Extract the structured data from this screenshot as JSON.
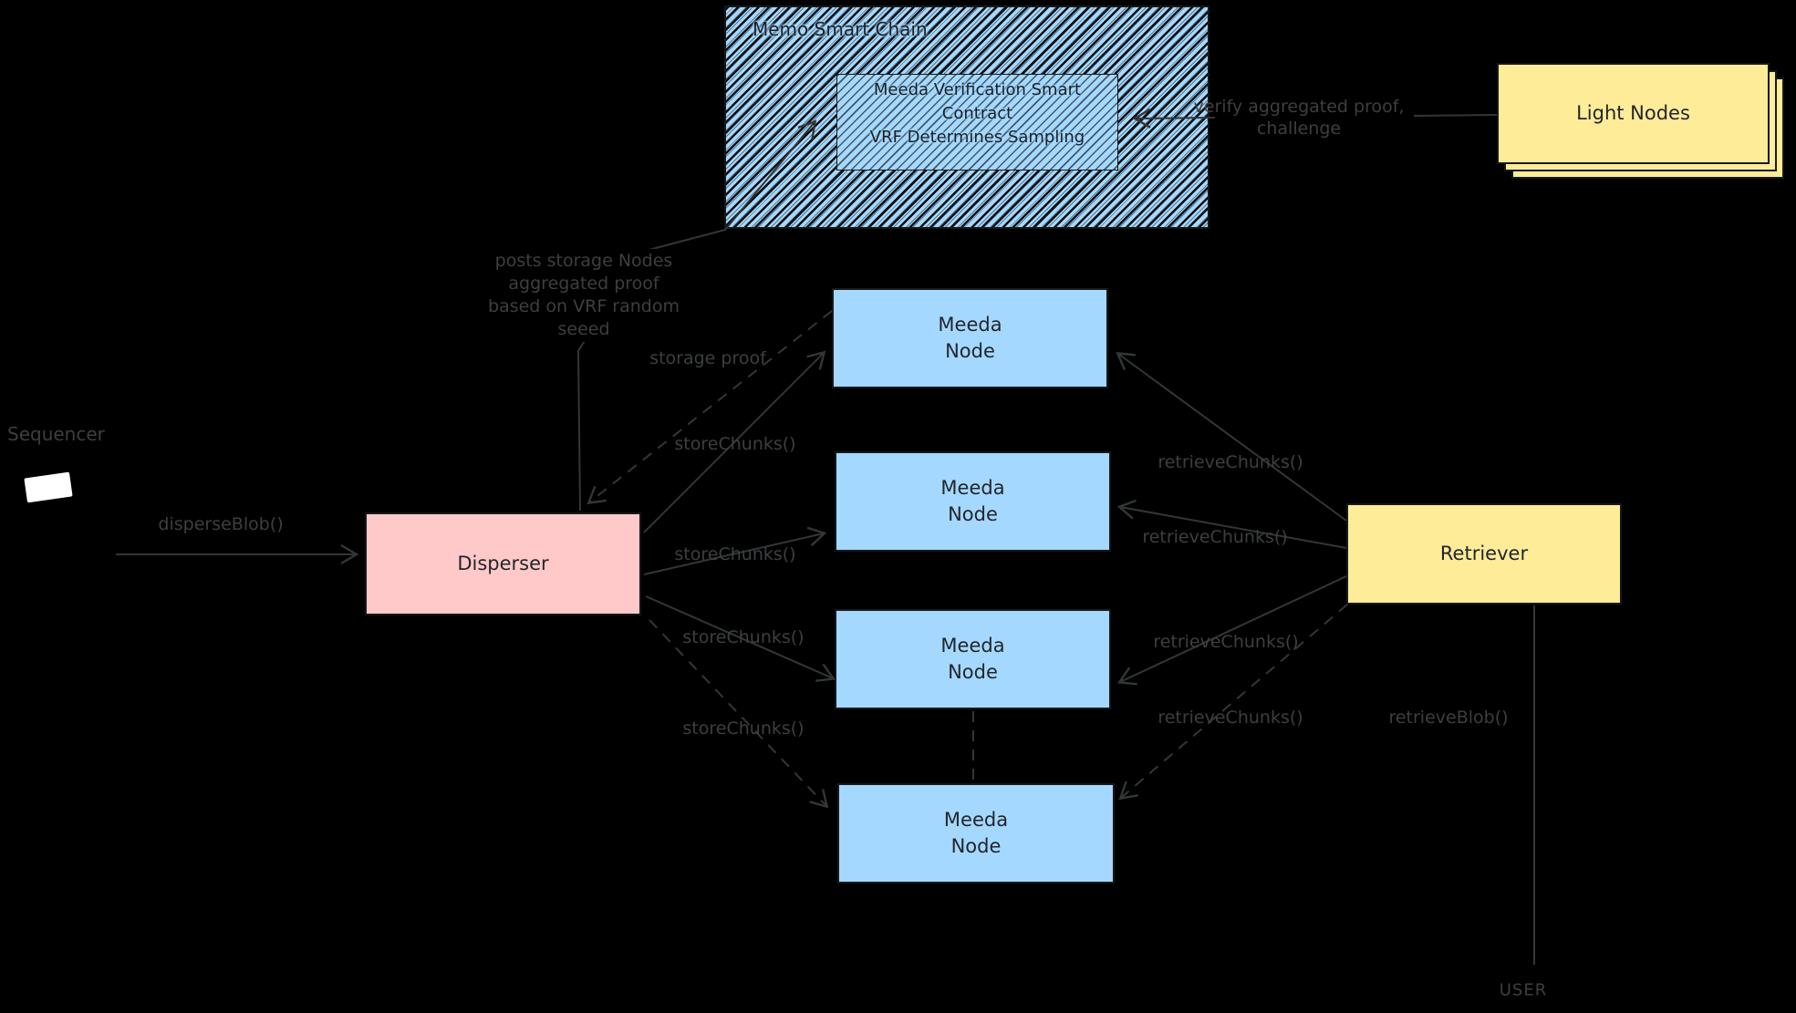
{
  "background": "#000000",
  "palette": {
    "node_blue_fill": "#a5d8ff",
    "disperser_pink_fill": "#ffc9c9",
    "yellow_fill": "#ffec99",
    "box_stroke": "#16181a",
    "label_gray": "#3c3f41",
    "connector_gray": "#333638"
  },
  "smart_chain": {
    "title": "Memo Smart Chain",
    "contract": {
      "line1": "Meeda Verification Smart",
      "line2": "Contract",
      "line3": "VRF Determines Sampling"
    }
  },
  "light_nodes": {
    "label": "Light Nodes"
  },
  "disperser": {
    "label": "Disperser"
  },
  "retriever": {
    "label": "Retriever"
  },
  "meeda_nodes": [
    {
      "line1": "Meeda",
      "line2": "Node"
    },
    {
      "line1": "Meeda",
      "line2": "Node"
    },
    {
      "line1": "Meeda",
      "line2": "Node"
    },
    {
      "line1": "Meeda",
      "line2": "Node"
    }
  ],
  "actors": {
    "sequencer": "Sequencer",
    "user": "USER"
  },
  "edges": {
    "disperse_blob": "disperseBlob()",
    "storage_proof": "storage proof",
    "retrieve_blob": "retrieveBlob()",
    "store_chunks": [
      "storeChunks()",
      "storeChunks()",
      "storeChunks()",
      "storeChunks()"
    ],
    "retrieve_chunks": [
      "retrieveChunks()",
      "retrieveChunks()",
      "retrieveChunks()",
      "retrieveChunks()"
    ],
    "posts_proof": {
      "line1": "posts storage Nodes",
      "line2": "aggregated proof",
      "line3": "based on VRF random",
      "line4": "seeed"
    },
    "verify": {
      "line1": "verify aggregated proof,",
      "line2": "challenge"
    }
  }
}
